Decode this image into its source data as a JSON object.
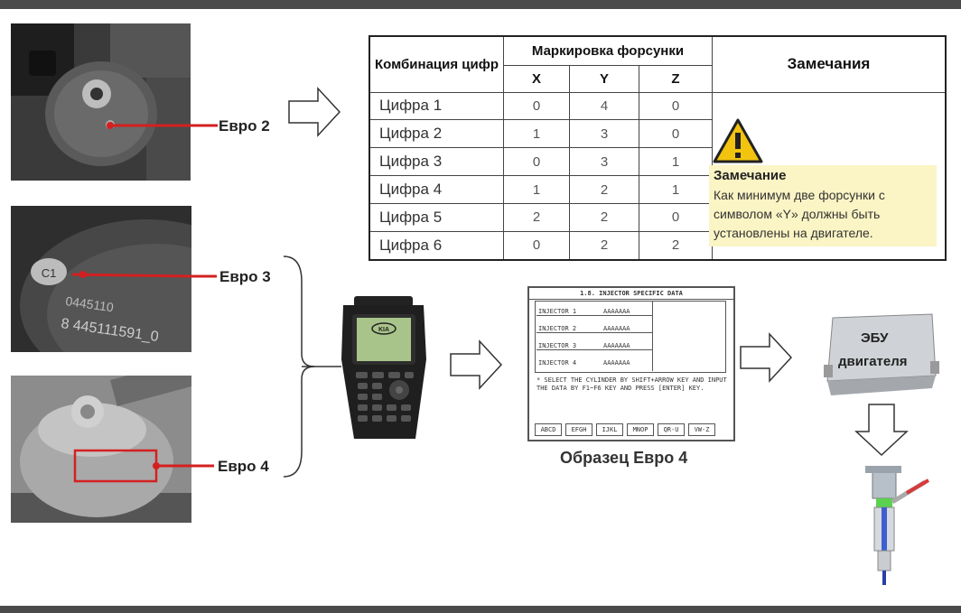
{
  "labels": {
    "euro2": "Евро 2",
    "euro3": "Евро 3",
    "euro4": "Евро 4",
    "sample": "Образец Евро 4",
    "ecu_line1": "ЭБУ",
    "ecu_line2": "двигателя"
  },
  "photos": {
    "euro3_code": "C1",
    "euro3_serial_1": "0445110",
    "euro3_serial_2": "8 445111591_0"
  },
  "table": {
    "col_combination": "Комбинация цифр",
    "col_marking": "Маркировка форсунки",
    "col_notes": "Замечания",
    "sub_x": "X",
    "sub_y": "Y",
    "sub_z": "Z",
    "rows": [
      {
        "name": "Цифра 1",
        "x": "0",
        "y": "4",
        "z": "0"
      },
      {
        "name": "Цифра 2",
        "x": "1",
        "y": "3",
        "z": "0"
      },
      {
        "name": "Цифра 3",
        "x": "0",
        "y": "3",
        "z": "1"
      },
      {
        "name": "Цифра 4",
        "x": "1",
        "y": "2",
        "z": "1"
      },
      {
        "name": "Цифра 5",
        "x": "2",
        "y": "2",
        "z": "0"
      },
      {
        "name": "Цифра 6",
        "x": "0",
        "y": "2",
        "z": "2"
      }
    ],
    "remark_title": "Замечание",
    "remark_text": "Как минимум две форсунки с символом «Y» должны быть установлены на двигателе."
  },
  "scanner": {
    "brand": "KIA"
  },
  "screen": {
    "title": "1.8. INJECTOR SPECIFIC DATA",
    "rows": [
      {
        "label": "INJECTOR 1",
        "value": "AAAAAAA"
      },
      {
        "label": "INJECTOR 2",
        "value": "AAAAAAA"
      },
      {
        "label": "INJECTOR 3",
        "value": "AAAAAAA"
      },
      {
        "label": "INJECTOR 4",
        "value": "AAAAAAA"
      }
    ],
    "instruction": "* SELECT THE CYLINDER BY SHIFT+ARROW KEY AND INPUT THE DATA BY F1~F6 KEY AND PRESS [ENTER] KEY.",
    "buttons": [
      "ABCD",
      "EFGH",
      "IJKL",
      "MNOP",
      "QR-U",
      "VW-Z"
    ]
  },
  "colors": {
    "callout": "#d42020",
    "remark_bg": "#fbf4c4",
    "warning": "#f2c40f",
    "arrow_stroke": "#333333"
  }
}
